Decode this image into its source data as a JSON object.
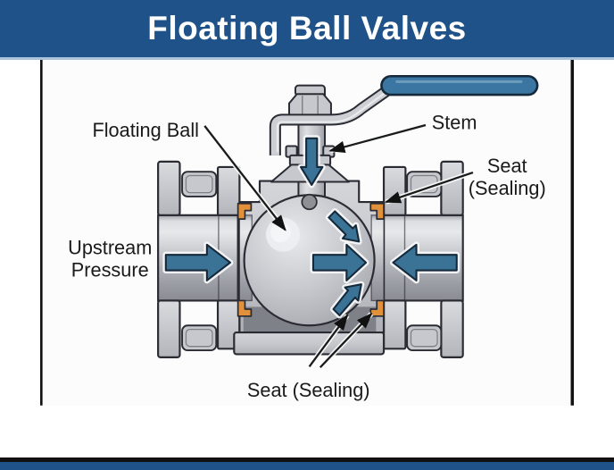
{
  "header": {
    "title": "Floating Ball Valves"
  },
  "diagram": {
    "labels": {
      "floating_ball": "Floating Ball",
      "stem": "Stem",
      "seat_top": {
        "line1": "Seat",
        "line2": "(Sealing)"
      },
      "upstream": {
        "line1": "Upstream",
        "line2": "Pressure"
      },
      "seat_bottom": "Seat (Sealing)"
    }
  },
  "colors": {
    "header_bg": "#1f5288",
    "header_text": "#ffffff",
    "separator": "#a9c3dd",
    "canvas_bg": "#fcfcfc",
    "frame": "#111111",
    "label_text": "#1a1a1a",
    "outline": "#2b2b33",
    "cavity_dark": "#7f8188",
    "ball_highlight": "#eef0f2",
    "seat_orange": "#e2913b",
    "arrow_blue": "#3a7396",
    "arrow_outline": "#16293b",
    "handle_blue": "#3a76a1"
  }
}
